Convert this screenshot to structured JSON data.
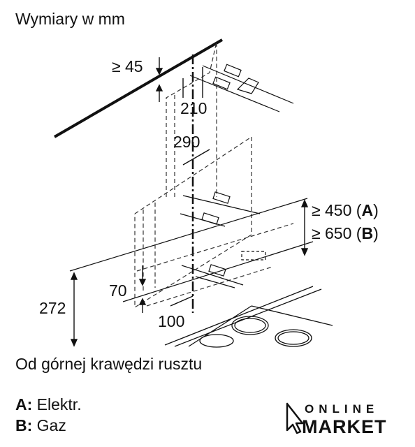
{
  "header": {
    "title": "Wymiary w mm"
  },
  "dimensions": {
    "d45": "≥ 45",
    "d210": "210",
    "d290": "290",
    "d450_prefix": "≥ 450 (",
    "d450_letter": "A",
    "d450_suffix": ")",
    "d650_prefix": "≥ 650 (",
    "d650_letter": "B",
    "d650_suffix": ")",
    "d272": "272",
    "d70": "70",
    "d100": "100"
  },
  "caption": "Od górnej krawędzi rusztu",
  "legend": {
    "a_key": "A:",
    "a_label": " Elektr.",
    "b_key": "B:",
    "b_label": " Gaz"
  },
  "logo": {
    "top": "ONLINE",
    "bottom": "MARKET"
  }
}
